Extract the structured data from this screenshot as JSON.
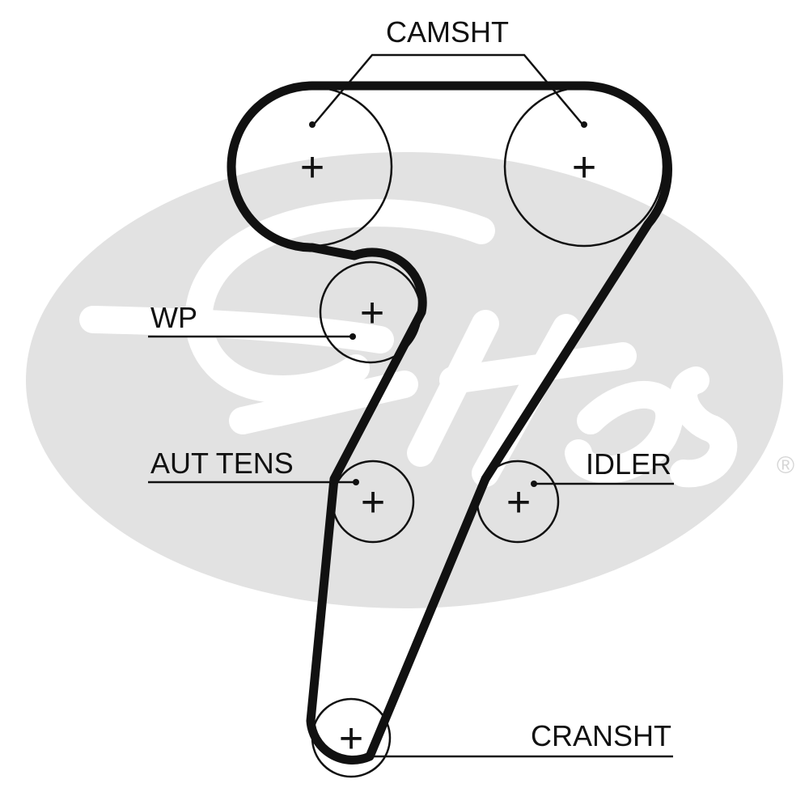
{
  "diagram": {
    "labels": {
      "camshaft": "CAMSHT",
      "water_pump": "WP",
      "auto_tensioner": "AUT TENS",
      "idler": "IDLER",
      "crankshaft": "CRANSHT"
    },
    "center_mark": "+",
    "watermark": {
      "brand": "Gates",
      "registered_mark": "®"
    },
    "colors": {
      "belt": "#111111",
      "pulley_outline": "#111111",
      "watermark": "#e2e2e2",
      "background": "#ffffff"
    }
  }
}
